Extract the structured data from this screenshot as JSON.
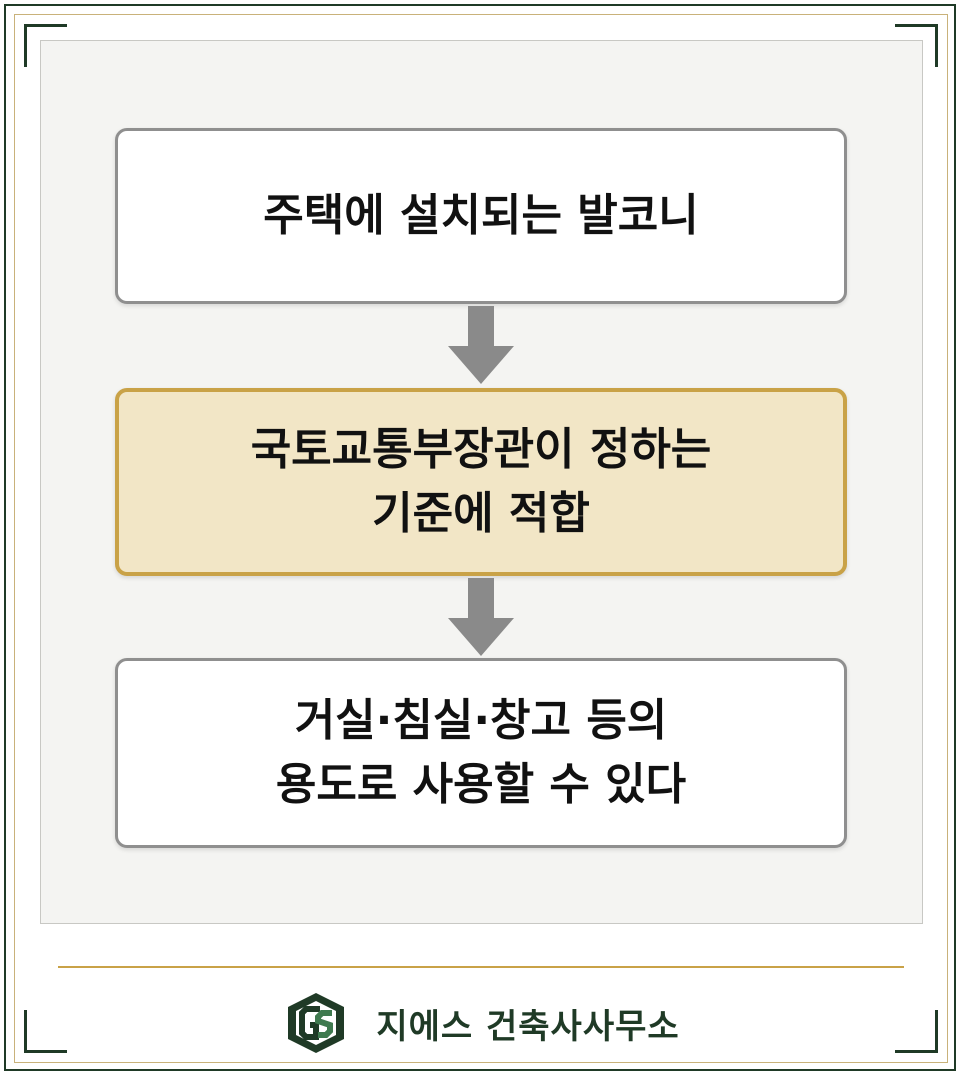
{
  "flow": {
    "step1": "주택에 설치되는 발코니",
    "step2_lines": [
      "국토교통부장관이 정하는",
      "기준에 적합"
    ],
    "step3_lines": [
      "거실·침실·창고 등의",
      "용도로 사용할 수 있다"
    ]
  },
  "footer": {
    "brand": "지에스 건축사사무소",
    "logo_icon": "gs-logo-icon"
  },
  "colors": {
    "frame": "#1f3a26",
    "gold": "#c9a247",
    "highlight_fill": "#f2e6c6",
    "box_border": "#8f8f8f",
    "arrow": "#8a8a8a"
  }
}
